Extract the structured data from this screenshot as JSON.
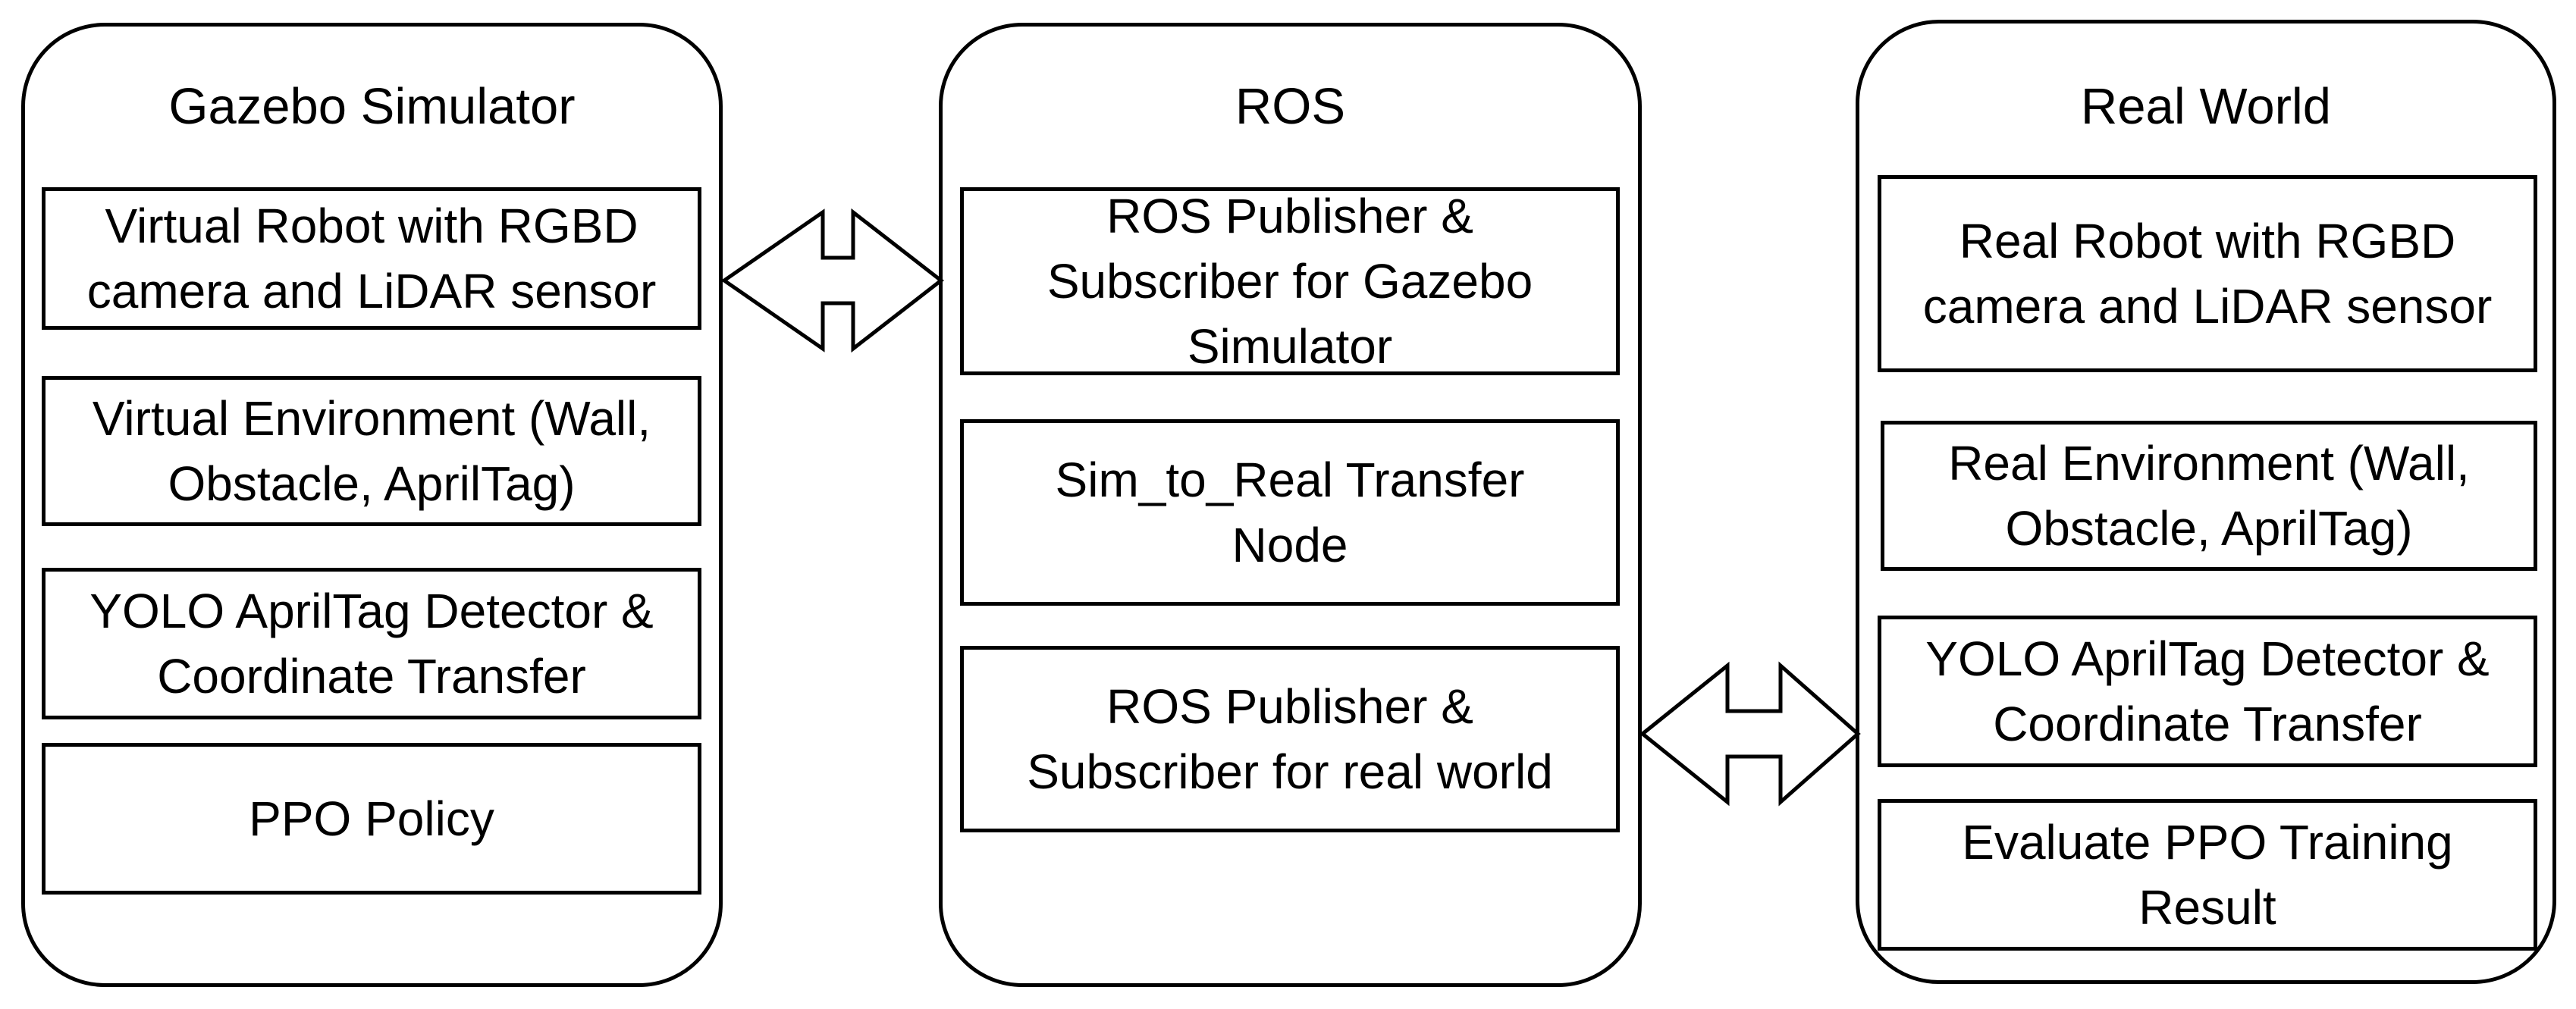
{
  "panels": {
    "gazebo": {
      "title": "Gazebo Simulator",
      "boxes": [
        "Virtual Robot with RGBD\ncamera and LiDAR sensor",
        "Virtual Environment (Wall,\nObstacle, AprilTag)",
        "YOLO AprilTag Detector &\nCoordinate Transfer",
        "PPO Policy"
      ]
    },
    "ros": {
      "title": "ROS",
      "boxes": [
        "ROS Publisher &\nSubscriber for Gazebo\nSimulator",
        "Sim_to_Real Transfer\nNode",
        "ROS Publisher &\nSubscriber for real world"
      ]
    },
    "real": {
      "title": "Real World",
      "boxes": [
        "Real Robot with RGBD\ncamera and LiDAR sensor",
        "Real Environment (Wall,\nObstacle, AprilTag)",
        "YOLO AprilTag Detector &\nCoordinate Transfer",
        "Evaluate PPO Training\nResult"
      ]
    }
  },
  "connectors": [
    "gazebo-ros-double-arrow",
    "ros-real-double-arrow"
  ],
  "colors": {
    "stroke": "#000000",
    "fill": "#ffffff"
  }
}
